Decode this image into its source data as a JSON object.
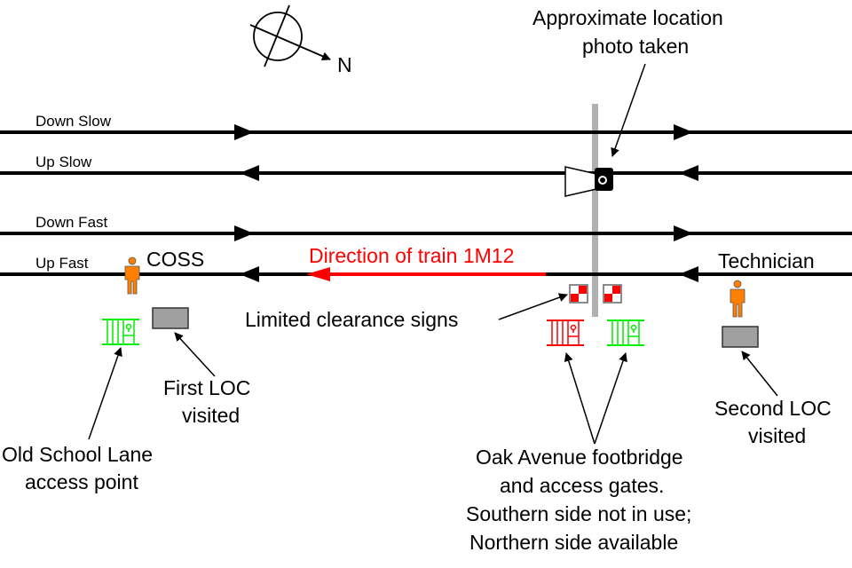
{
  "compass": {
    "label": "N"
  },
  "tracks": [
    {
      "name": "Down Slow",
      "direction": "right"
    },
    {
      "name": "Up Slow",
      "direction": "left"
    },
    {
      "name": "Down Fast",
      "direction": "right"
    },
    {
      "name": "Up Fast",
      "direction": "left"
    }
  ],
  "labels": {
    "photo": [
      "Approximate location",
      "photo taken"
    ],
    "coss": "COSS",
    "technician": "Technician",
    "train_direction": "Direction of train 1M12",
    "clearance_signs": "Limited clearance signs",
    "first_loc": [
      "First LOC",
      "visited"
    ],
    "second_loc": [
      "Second LOC",
      "visited"
    ],
    "old_school": [
      "Old School Lane",
      "access point"
    ],
    "oak_avenue": [
      "Oak Avenue footbridge",
      "and access gates.",
      "Southern side not in use;",
      "Northern side available"
    ]
  },
  "colors": {
    "track": "#000000",
    "train": "#ff0000",
    "gate_closed": "#ff0000",
    "gate_open": "#00ee00",
    "person": "#ff8000",
    "loc_box": "#a0a0a0",
    "footbridge": "#b0b0b0"
  }
}
